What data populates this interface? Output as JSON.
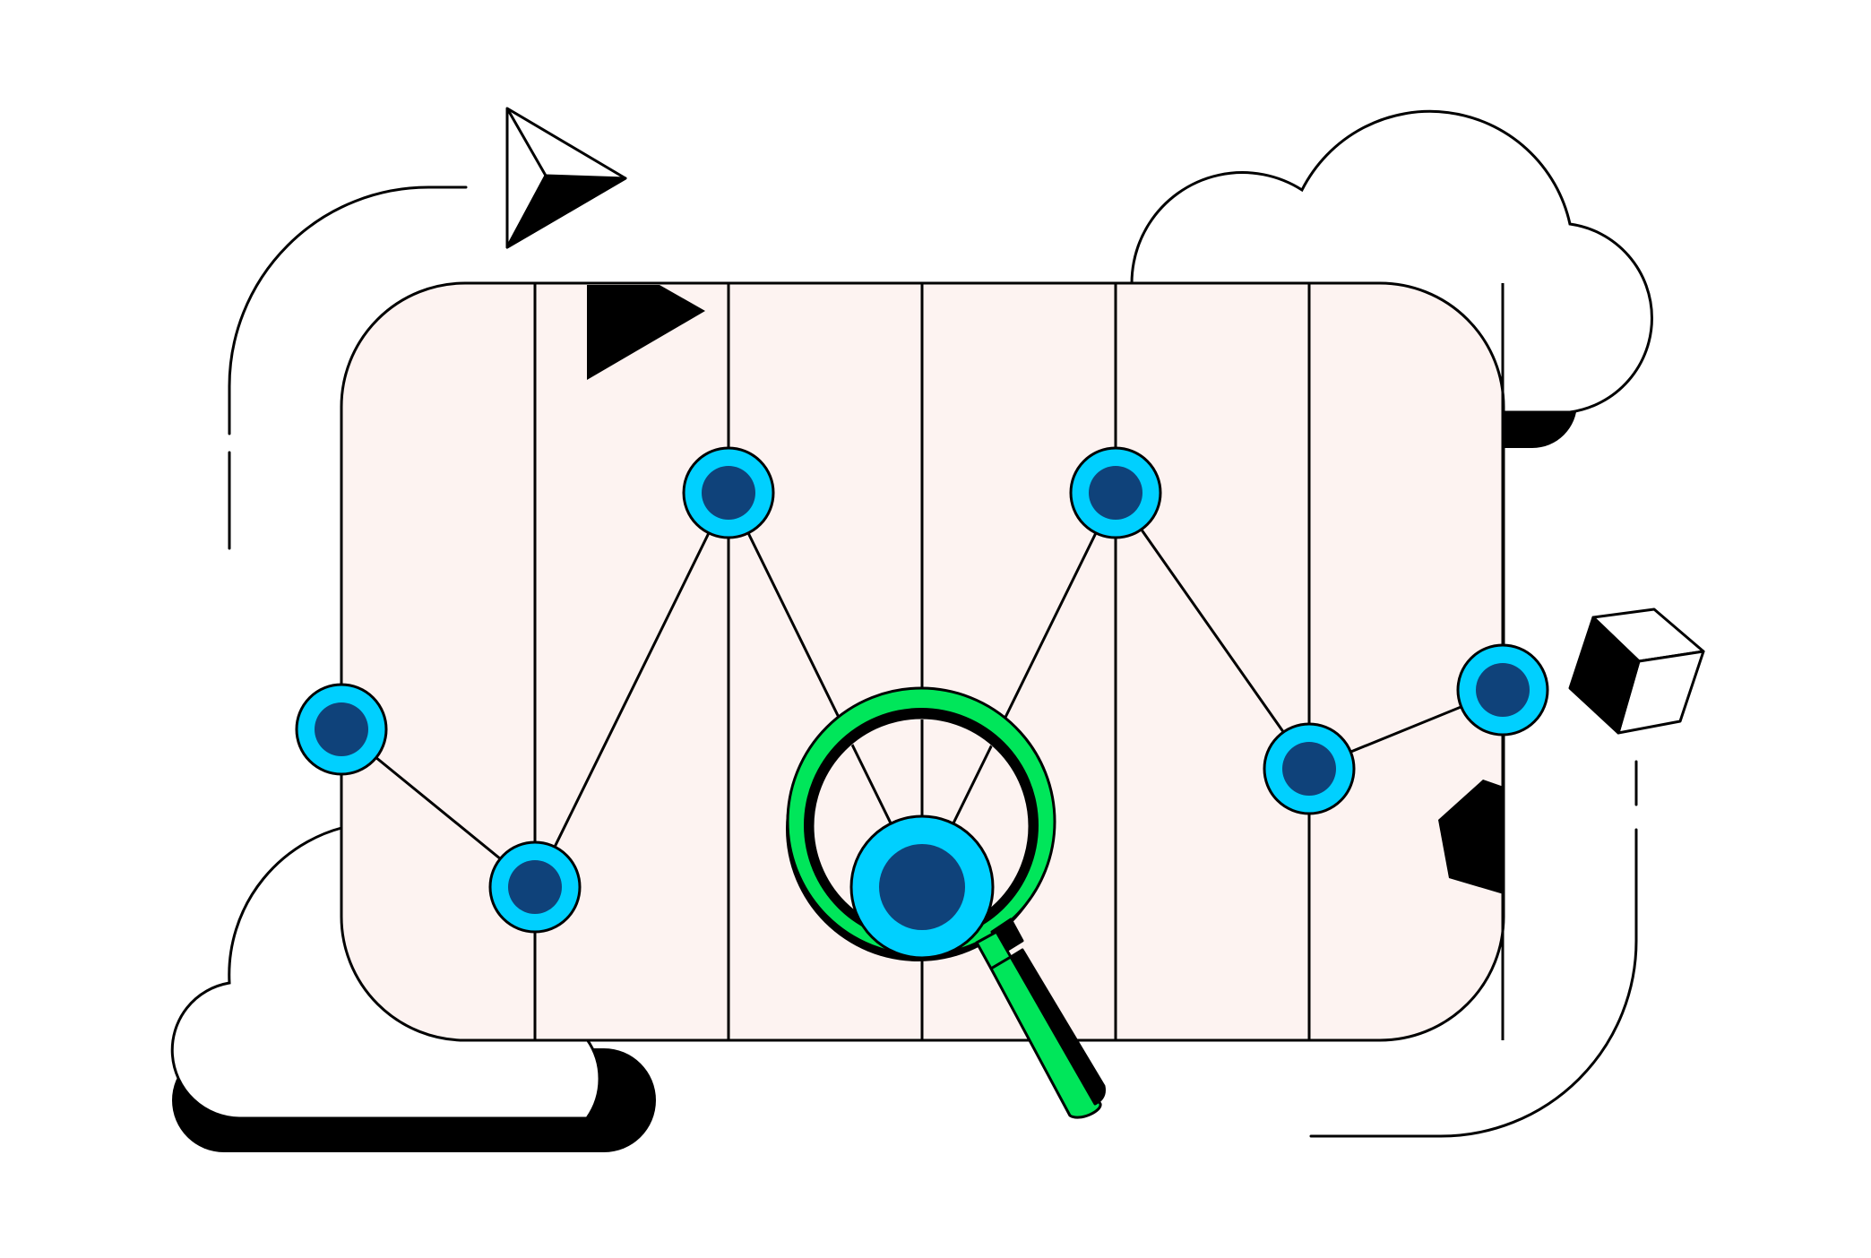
{
  "colors": {
    "background": "#ffffff",
    "panel_fill": "#fdf3f1",
    "outline": "#000000",
    "node_outer": "#00d0ff",
    "node_inner": "#0f427a",
    "magnifier_green": "#00e65a"
  },
  "icons": [
    "cloud-top-right",
    "cloud-bottom-left",
    "paper-plane",
    "cube",
    "pentagon",
    "play-triangle",
    "magnifying-glass",
    "data-node"
  ],
  "chart_data": {
    "type": "line",
    "categories": [
      "",
      "",
      "",
      "",
      "",
      "",
      ""
    ],
    "values": [
      5.4,
      3.4,
      8.4,
      3.4,
      8.4,
      4.9,
      5.9
    ],
    "ylim": [
      0,
      10
    ],
    "grid": "vertical",
    "highlighted_index": 3
  }
}
